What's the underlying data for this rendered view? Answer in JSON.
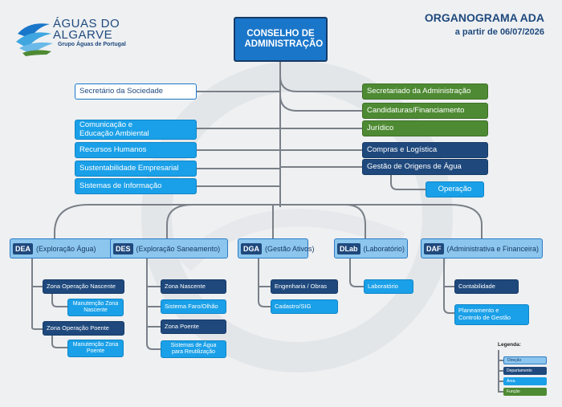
{
  "header": {
    "title": "ORGANOGRAMA ADA",
    "subtitle": "a partir de 06/07/2026"
  },
  "logo": {
    "name_line1": "ÁGUAS DO",
    "name_line2": "ALGARVE",
    "tagline": "Grupo Águas de Portugal"
  },
  "board": {
    "label": "CONSELHO DE ADMINISTRAÇÃO"
  },
  "left_units": [
    {
      "label": "Secretário da Sociedade",
      "type": "white"
    },
    {
      "label": "Comunicação e Educação Ambiental",
      "type": "light"
    },
    {
      "label": "Recursos Humanos",
      "type": "light"
    },
    {
      "label": "Sustentabilidade Empresarial",
      "type": "light"
    },
    {
      "label": "Sistemas de Informação",
      "type": "light"
    }
  ],
  "right_units": [
    {
      "label": "Secretariado da Administração",
      "type": "green"
    },
    {
      "label": "Candidaturas/Financiamento",
      "type": "green"
    },
    {
      "label": "Jurídico",
      "type": "green"
    },
    {
      "label": "Compras e Logística",
      "type": "navy"
    },
    {
      "label": "Gestão de Origens de Água",
      "type": "navy"
    },
    {
      "label": "Operação",
      "type": "light"
    }
  ],
  "directorates": [
    {
      "code": "DEA",
      "name": "(Exploração Água)",
      "units": [
        {
          "label": "Zona Operação Nascente",
          "type": "navy"
        },
        {
          "label": "Manutenção Zona Nascente",
          "type": "light"
        },
        {
          "label": "Zona Operação Poente",
          "type": "navy"
        },
        {
          "label": "Manutenção Zona Poente",
          "type": "light"
        }
      ]
    },
    {
      "code": "DES",
      "name": "(Exploração Saneamento)",
      "units": [
        {
          "label": "Zona Nascente",
          "type": "navy"
        },
        {
          "label": "Sistema Faro/Olhão",
          "type": "light"
        },
        {
          "label": "Zona Poente",
          "type": "navy"
        },
        {
          "label": "Sistemas de Água para Reutilização",
          "type": "light"
        }
      ]
    },
    {
      "code": "DGA",
      "name": "(Gestão Ativos)",
      "units": [
        {
          "label": "Engenharia / Obras",
          "type": "navy"
        },
        {
          "label": "Cadastro/SIG",
          "type": "light"
        }
      ]
    },
    {
      "code": "DLab",
      "name": "(Laboratório)",
      "units": [
        {
          "label": "Laboratório",
          "type": "light"
        }
      ]
    },
    {
      "code": "DAF",
      "name": "(Administrativa e Financeira)",
      "units": [
        {
          "label": "Contabilidade",
          "type": "navy"
        },
        {
          "label": "Planeamento e Controlo de Gestão",
          "type": "light"
        }
      ]
    }
  ],
  "legend": {
    "title": "Legenda:",
    "items": [
      {
        "label": "Direção",
        "color": "#8cc6ee"
      },
      {
        "label": "Departamento",
        "color": "#1f497d"
      },
      {
        "label": "Área",
        "color": "#1aa0e8"
      },
      {
        "label": "Função",
        "color": "#4e8a33"
      }
    ]
  },
  "colors": {
    "navy": "#1f497d",
    "light_blue": "#1aa0e8",
    "green": "#4e8a33",
    "board_blue": "#1a76c9",
    "connector": "#7a8088"
  }
}
